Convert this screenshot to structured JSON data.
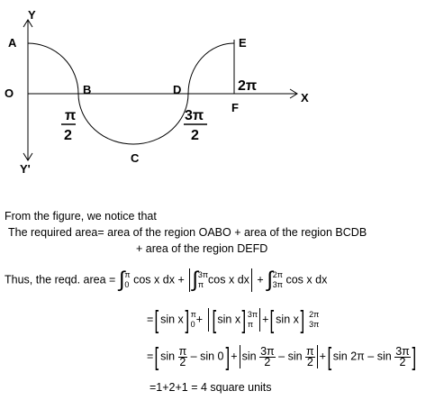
{
  "figure": {
    "labels": {
      "Y": "Y",
      "Y_prime": "Y'",
      "A": "A",
      "O": "O",
      "B": "B",
      "C": "C",
      "D": "D",
      "E": "E",
      "F": "F",
      "X": "X",
      "two_pi": "2π",
      "pi_num": "π",
      "pi_den": "2",
      "three_pi_num": "3π",
      "three_pi_den": "2"
    }
  },
  "text": {
    "line1": "From the figure, we notice that",
    "line2": "The required area= area of the region OABO + area of the region BCDB",
    "line3": "+ area of the region DEFD",
    "line4_lead": "Thus, the reqd. area =",
    "line7": "=1+2+1 = 4 square units"
  },
  "math": {
    "int_sign": "∫",
    "zero": "0",
    "pi": "π",
    "two": "2",
    "three_pi": "3π",
    "two_pi": "2π",
    "cos_dx": "cos x dx",
    "cos_dx2": "cos x  dx",
    "cos_dx3": "cos x dx",
    "plus": "+",
    "eq": "=",
    "sinx": "sin x",
    "sin": "sin",
    "minus": "–",
    "sin0": "sin 0",
    "sin2pi": "sin 2π"
  }
}
